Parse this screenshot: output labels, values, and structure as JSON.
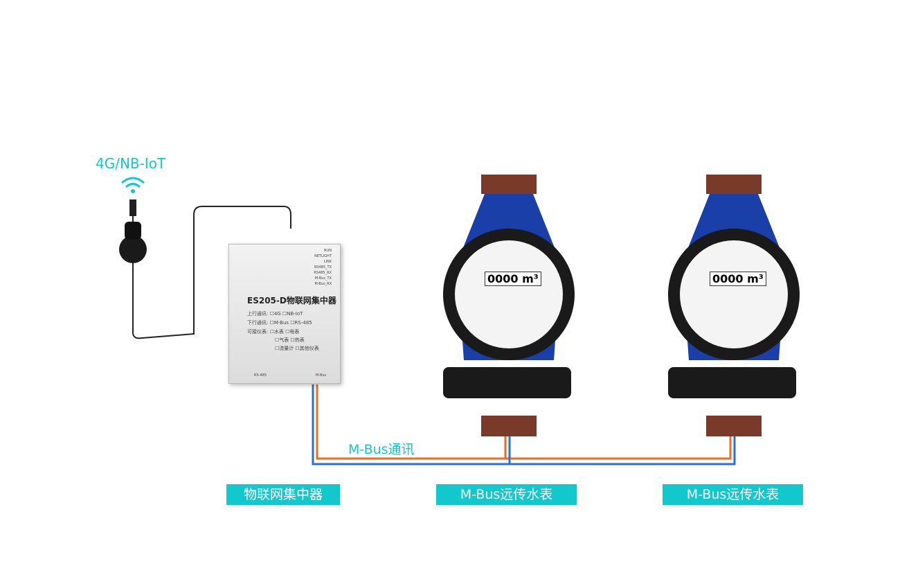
{
  "wireless_label": "4G/NB-IoT",
  "bus_label": "M-Bus通讯",
  "captions": [
    "物联网集中器",
    "M-Bus远传水表",
    "M-Bus远传水表"
  ],
  "device": {
    "title": "ES205-D物联网集中器",
    "rows": [
      "上行通讯: ☐4G  ☐NB-IoT",
      "下行通讯: ☐M-Bus  ☐RS-485",
      "可接仪表: ☐水表  ☐电表",
      "☐气表  ☐热表",
      "☐流量计  ☐其他仪表"
    ],
    "leds": [
      "RUN",
      "NETLIGHT",
      "LINK",
      "RS485_TX",
      "RS485_RX",
      "M-Bus_TX",
      "M-Bus_RX"
    ],
    "ports": [
      "RS-485",
      "M-Bus"
    ]
  },
  "meter": {
    "reading": "0000",
    "unit": "m³"
  },
  "colors": {
    "accent": "#12c8cc",
    "wire_orange": "#f26b1d",
    "wire_blue": "#2a6fd6"
  }
}
